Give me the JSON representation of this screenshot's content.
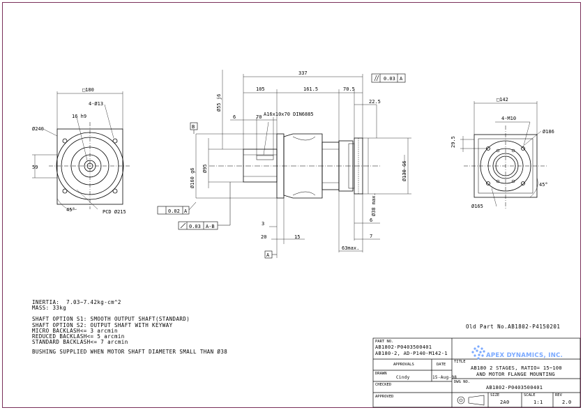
{
  "dims": {
    "square_180": "□180",
    "holes_13": "4-Ø13",
    "keyway": "16 h9",
    "dia_240": "Ø240",
    "d59": "59",
    "angle45": "45°",
    "pcd": "PCD Ø215",
    "total_337": "337",
    "d105": "105",
    "d161_5": "161.5",
    "d70_5": "70.5",
    "parallel": "0.03",
    "d22_5": "22.5",
    "key_label": "A16x10x70 DIN6885",
    "d6": "6",
    "d70": "70",
    "dia55": "Ø55 j6",
    "datum_b": "B",
    "dia160": "Ø160 g6",
    "dia95": "Ø95",
    "flat": "0.02",
    "runout": "0.03",
    "datum_ab": "A-B",
    "datum_a": "A",
    "d3": "3",
    "d20": "20",
    "d15": "15",
    "d63": "63max.",
    "d7": "7",
    "d6b": "6",
    "dia130": "Ø130 G6",
    "dia38": "Ø38 max.",
    "square_142": "□142",
    "m10": "4-M10",
    "dia186": "Ø186",
    "d29_5": "29.5",
    "dia165": "Ø165",
    "angle45b": "45°"
  },
  "notes": {
    "inertia": "INERTIA:  7.03~7.42kg-cm^2",
    "mass": "MASS: 33kg",
    "opt1": "SHAFT OPTION S1: SMOOTH OUTPUT SHAFT(STANDARD)",
    "opt2": "SHAFT OPTION S2: OUTPUT SHAFT WITH KEYWAY",
    "micro": "MICRO BACKLASH<= 3 arcmin",
    "reduced": "REDUCED BACKLASH<= 5 arcmin",
    "standard": "STANDARD BACKLASH<= 7 arcmin",
    "bushing": "BUSHING SUPPLIED WHEN MOTOR SHAFT DIAMETER SMALL THAN Ø38"
  },
  "old_part": "Old Part No.AB1802-P4150201",
  "title_block": {
    "part_no_label": "PART NO.",
    "part_no_1": "AB1802-P0403500401",
    "part_no_2": "AB180-2, AD-P140-M142-1",
    "approvals_label": "APPROVALS",
    "date_label": "DATE",
    "drawn_label": "DRAWN",
    "drawn_by": "Cindy",
    "drawn_date": "15-Aug-08",
    "checked_label": "CHECKED",
    "approved_label": "APPROVED",
    "company": "APEX DYNAMICS, INC.",
    "title_label": "TITLE",
    "title_1": "AB180 2 STAGES, RATIO= 15~100",
    "title_2": "AND MOTOR FLANGE MOUNTING",
    "dwg_label": "DWG NO.",
    "dwg_no": "AB1802-P0403500401",
    "size_label": "SIZE",
    "size": "2A0",
    "scale_label": "SCALE",
    "scale": "1:1",
    "rev_label": "REV",
    "rev": "2.0"
  },
  "colors": {
    "border": "#7a2f5a",
    "logo": "#7aa9ff"
  }
}
